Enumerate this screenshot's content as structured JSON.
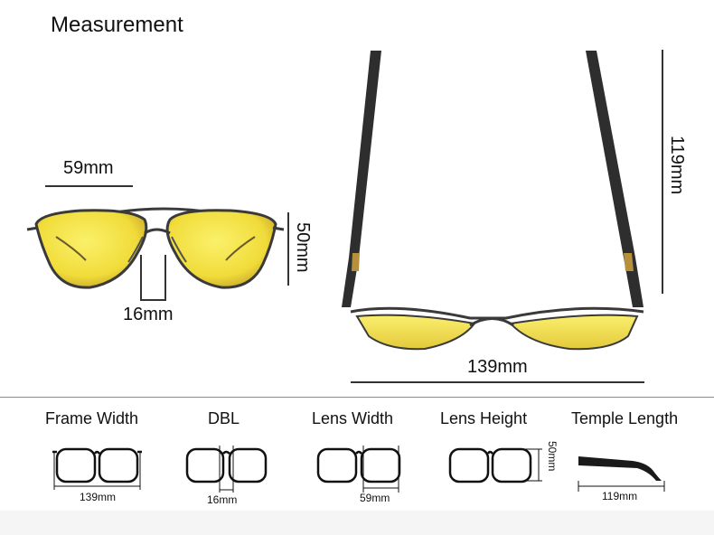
{
  "title": "Measurement",
  "front_view": {
    "lens_width": "59mm",
    "lens_height": "50mm",
    "bridge": "16mm"
  },
  "top_view": {
    "temple_length": "119mm",
    "frame_width": "139mm"
  },
  "guide": [
    {
      "label": "Frame Width",
      "value": "139mm"
    },
    {
      "label": "DBL",
      "value": "16mm"
    },
    {
      "label": "Lens Width",
      "value": "59mm"
    },
    {
      "label": "Lens Height",
      "value": "50mm"
    },
    {
      "label": "Temple Length",
      "value": "119mm"
    }
  ],
  "colors": {
    "lens": "#f3e24c",
    "frame": "#3a3a3a",
    "divider": "#8c8c8c"
  }
}
